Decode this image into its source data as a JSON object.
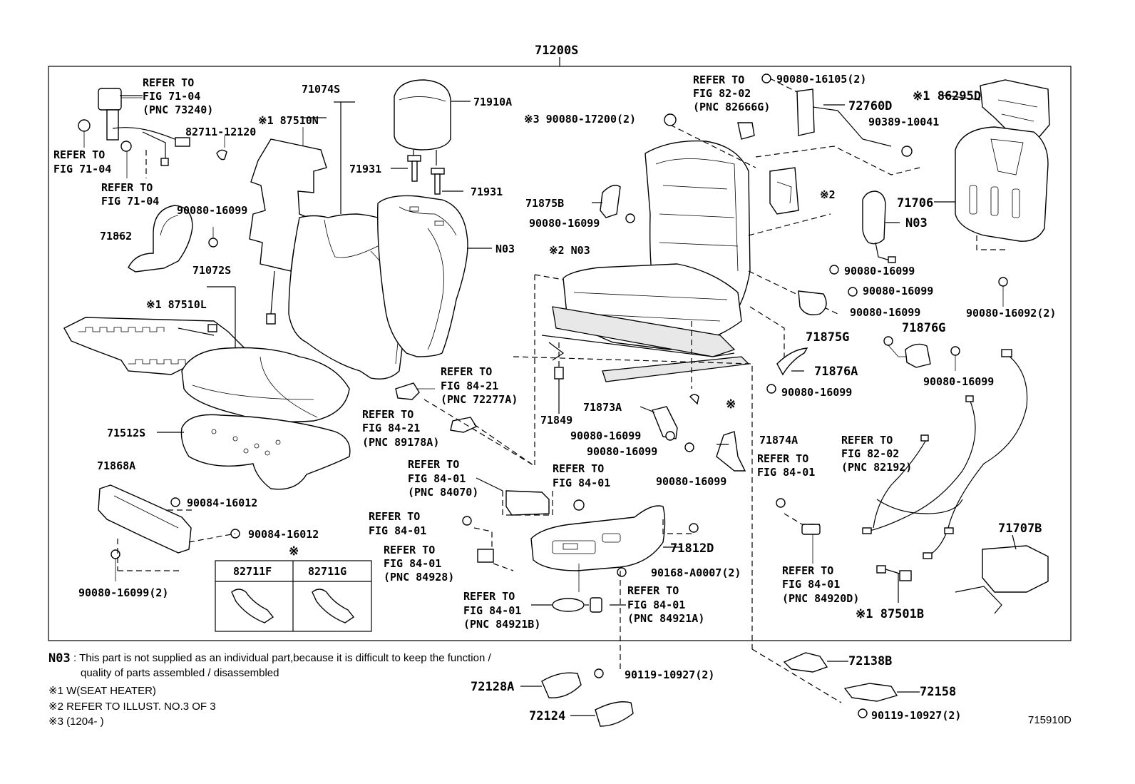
{
  "diagram": {
    "title": "71200S",
    "figure_id": "715910D",
    "labels": {
      "l71074S": "71074S",
      "l71910A": "71910A",
      "l71931a": "71931",
      "l71931b": "71931",
      "l87510N": "※1 87510N",
      "l82711_12120": "82711-12120",
      "l90080_16099_a": "90080-16099",
      "l71862": "71862",
      "l71072S": "71072S",
      "l87510L": "※1 87510L",
      "lN03_a": "N03",
      "l71512S": "71512S",
      "l71868A": "71868A",
      "l90084_16012_a": "90084-16012",
      "l90084_16012_b": "90084-16012",
      "l90080_16099_2a": "90080-16099(2)",
      "l71875B": "71875B",
      "l90080_16099_b": "90080-16099",
      "l2N03": "※2 N03",
      "l71849": "71849",
      "l71873A": "71873A",
      "l90080_16099_c": "90080-16099",
      "l90080_16099_d": "90080-16099",
      "l71874A": "71874A",
      "lmark": "※",
      "l90080_16099_e": "90080-16099",
      "l71812D": "71812D",
      "l90168": "90168-A0007(2)",
      "l90119_a": "90119-10927(2)",
      "l72128A": "72128A",
      "l72124": "72124",
      "l90080_16105": "90080-16105(2)",
      "l3_90080_17200": "※3 90080-17200(2)",
      "l72760D": "72760D",
      "l90389": "90389-10041",
      "l2mark": "※2",
      "l86295D": "※1 86295D",
      "l71706": "71706",
      "lN03_b": "N03",
      "l90080_16099_f": "90080-16099",
      "l90080_16099_g": "90080-16099",
      "l90080_16099_h": "90080-16099",
      "l71875G": "71875G",
      "l71876G": "71876G",
      "l90080_16099_i": "90080-16099",
      "l90080_16092": "90080-16092(2)",
      "l71876A": "71876A",
      "l90080_16099_j": "90080-16099",
      "l71707B": "71707B",
      "l87501B": "※1 87501B",
      "l72138B": "72138B",
      "l72158": "72158",
      "l90119_b": "90119-10927(2)"
    },
    "refs": [
      {
        "lines": [
          "REFER TO",
          "FIG 71-04",
          "(PNC 73240)"
        ]
      },
      {
        "lines": [
          "REFER TO",
          "FIG 71-04"
        ]
      },
      {
        "lines": [
          "REFER TO",
          "FIG 71-04"
        ]
      },
      {
        "lines": [
          "REFER TO",
          "FIG 84-21",
          "(PNC 72277A)"
        ]
      },
      {
        "lines": [
          "REFER TO",
          "FIG 84-21",
          "(PNC 89178A)"
        ]
      },
      {
        "lines": [
          "REFER TO",
          "FIG 84-01",
          "(PNC 84070)"
        ]
      },
      {
        "lines": [
          "REFER TO",
          "FIG 84-01"
        ]
      },
      {
        "lines": [
          "REFER TO",
          "FIG 84-01"
        ]
      },
      {
        "lines": [
          "REFER TO",
          "FIG 84-01",
          "(PNC 84928)"
        ]
      },
      {
        "lines": [
          "REFER TO",
          "FIG 84-01",
          "(PNC 84921B)"
        ]
      },
      {
        "lines": [
          "REFER TO",
          "FIG 84-01",
          "(PNC 84921A)"
        ]
      },
      {
        "lines": [
          "REFER TO",
          "FIG 82-02",
          "(PNC 82666G)"
        ]
      },
      {
        "lines": [
          "REFER TO",
          "FIG 84-01"
        ]
      },
      {
        "lines": [
          "REFER TO",
          "FIG 82-02",
          "(PNC 82192)"
        ]
      },
      {
        "lines": [
          "REFER TO",
          "FIG 84-01",
          "(PNC 84920D)"
        ]
      }
    ],
    "table": {
      "mark": "※",
      "headers": [
        "82711F",
        "82711G"
      ]
    },
    "notes": {
      "n03_key": "N03",
      "n03_line1": ": This part is not supplied as an individual part,because it is difficult to keep the function /",
      "n03_line2": "quality of parts assembled / disassembled",
      "note1": "※1 W(SEAT HEATER)",
      "note2": "※2 REFER TO ILLUST. NO.3 OF 3",
      "note3": "※3 (1204-        )"
    }
  }
}
